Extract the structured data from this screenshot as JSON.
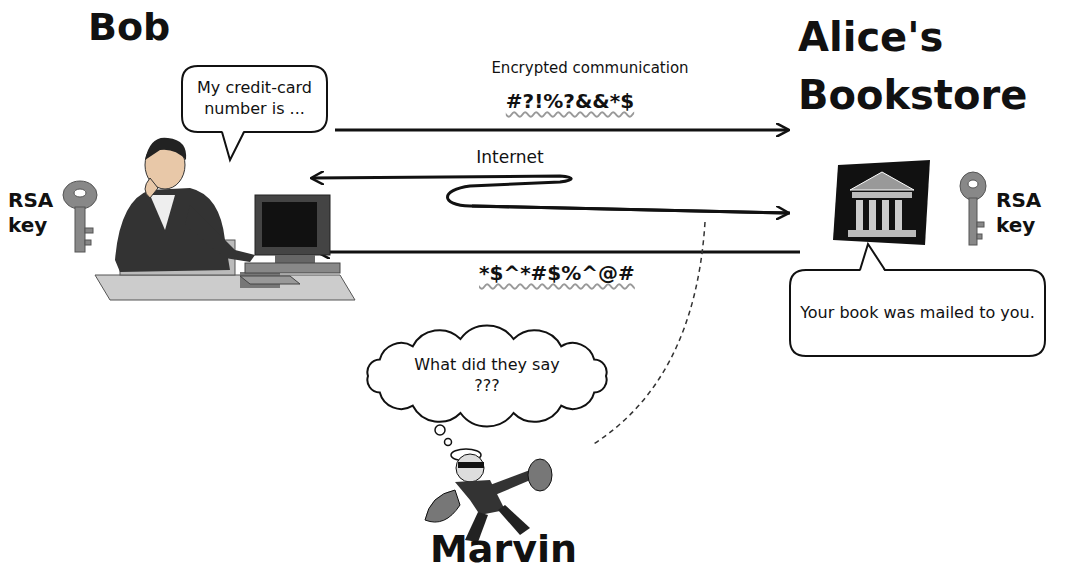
{
  "diagram": {
    "nodes": [
      {
        "text": [
          "My credit-card number is ..."
        ]
      },
      {
        "text": [
          "Your book was mailed to you."
        ]
      },
      {
        "text": [
          "What did they say ???"
        ]
      }
    ],
    "labels": [
      "Bob",
      "Alice's Bookstore",
      "RSA key",
      "Encrypted communication",
      "#?!%?&&*$",
      "Internet",
      "RSA key",
      "*$^*#$%^@#",
      "Marvin"
    ]
  }
}
